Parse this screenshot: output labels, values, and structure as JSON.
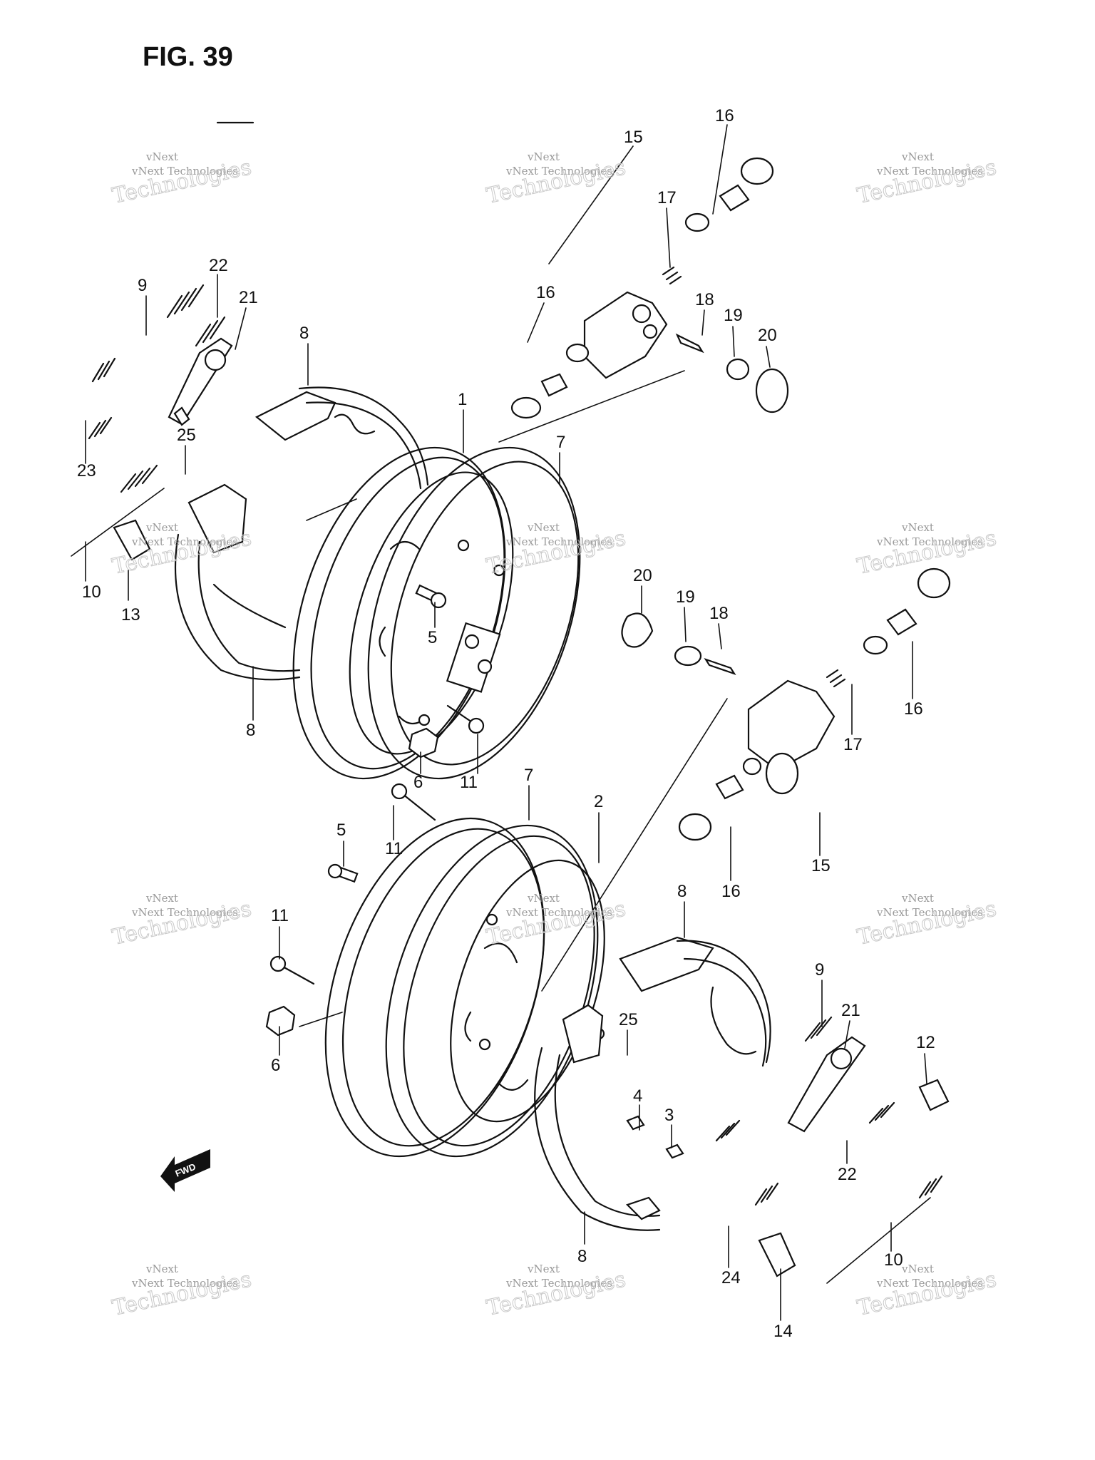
{
  "figure": {
    "title": "FIG. 39",
    "direction_label": "FWD"
  },
  "watermark": {
    "line1": "vNext Technologies",
    "line2": "Technologies",
    "line0": "vNext"
  },
  "callouts": [
    "1",
    "2",
    "3",
    "4",
    "5",
    "5",
    "6",
    "6",
    "7",
    "7",
    "8",
    "8",
    "8",
    "8",
    "9",
    "9",
    "10",
    "10",
    "11",
    "11",
    "11",
    "12",
    "13",
    "14",
    "15",
    "15",
    "16",
    "16",
    "16",
    "16",
    "17",
    "17",
    "18",
    "18",
    "19",
    "19",
    "20",
    "20",
    "21",
    "21",
    "22",
    "22",
    "23",
    "24",
    "25",
    "25"
  ]
}
